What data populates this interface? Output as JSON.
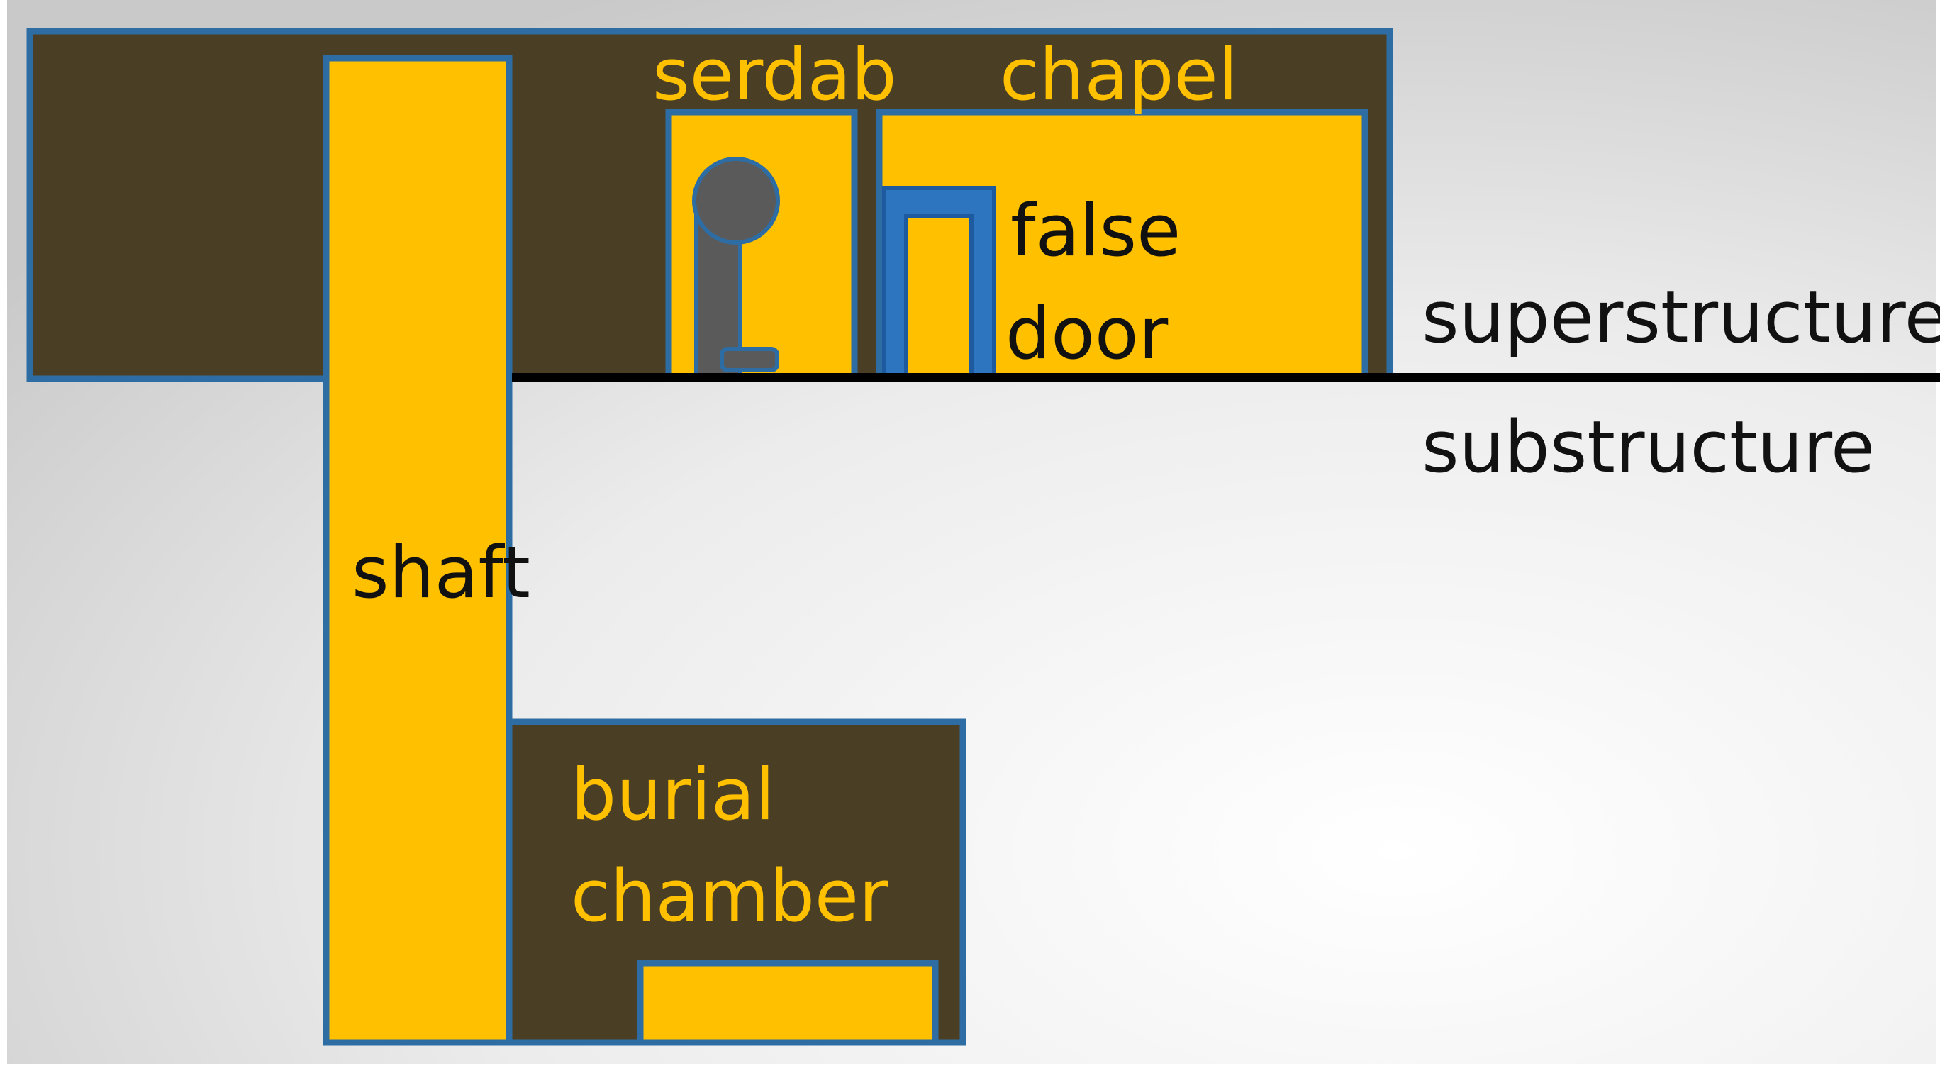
{
  "labels": {
    "serdab": "serdab",
    "chapel": "chapel",
    "false_door_line1": "false",
    "false_door_line2": "door",
    "superstructure": "superstructure",
    "substructure": "substructure",
    "shaft": "shaft",
    "burial_line1": "burial",
    "burial_line2": "chamber"
  },
  "colors": {
    "mass": "#4a3f24",
    "room": "#ffc000",
    "outline": "#2e6da4",
    "false_door": "#2e75c0",
    "statue": "#5a5a5a",
    "ground_line": "#000000",
    "label_on_mass": "#ffc000",
    "label_plain": "#111111"
  }
}
